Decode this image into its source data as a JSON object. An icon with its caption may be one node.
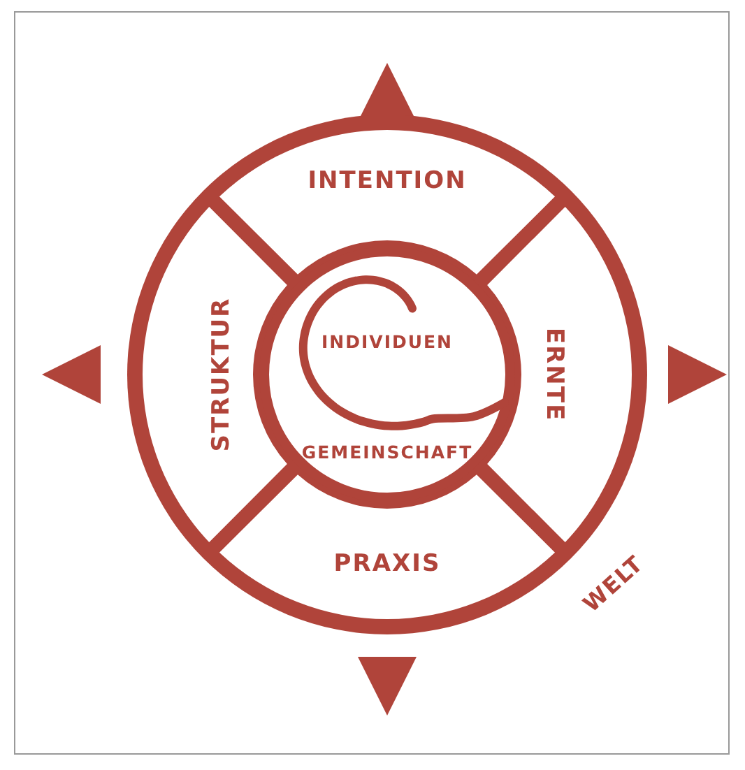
{
  "diagram": {
    "nodes": [
      {
        "text": [
          "WELT"
        ]
      },
      {
        "text": [
          "INTENTION"
        ],
        "in": 0
      },
      {
        "text": [
          "ERNTE"
        ],
        "in": 0
      },
      {
        "text": [
          "PRAXIS"
        ],
        "in": 0
      },
      {
        "text": [
          "STRUKTUR"
        ],
        "in": 0
      },
      {
        "text": [
          "GEMEINSCHAFT"
        ],
        "in": 0
      },
      {
        "text": [
          "INDIVIDUEN"
        ],
        "in": 5
      }
    ],
    "edges": []
  }
}
